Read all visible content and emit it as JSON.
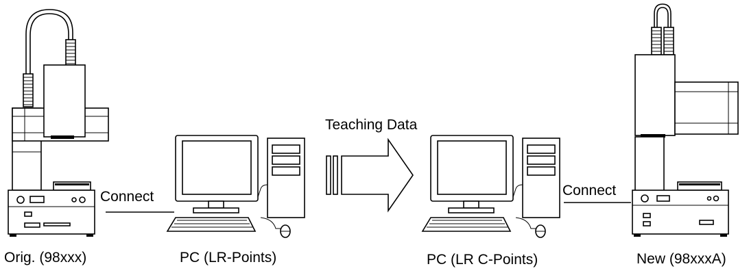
{
  "labels": {
    "orig_robot": "Orig. (98xxx)",
    "pc_left": "PC (LR-Points)",
    "pc_right": "PC (LR C-Points)",
    "new_robot": "New  (98xxxA)",
    "connect_left": "Connect",
    "connect_right": "Connect",
    "teaching_data": "Teaching Data"
  },
  "icons": {
    "orig_robot": "desktop-robot-icon",
    "new_robot": "desktop-robot-icon",
    "pc_left": "desktop-computer-icon",
    "pc_right": "desktop-computer-icon",
    "arrow": "transfer-arrow-icon"
  }
}
